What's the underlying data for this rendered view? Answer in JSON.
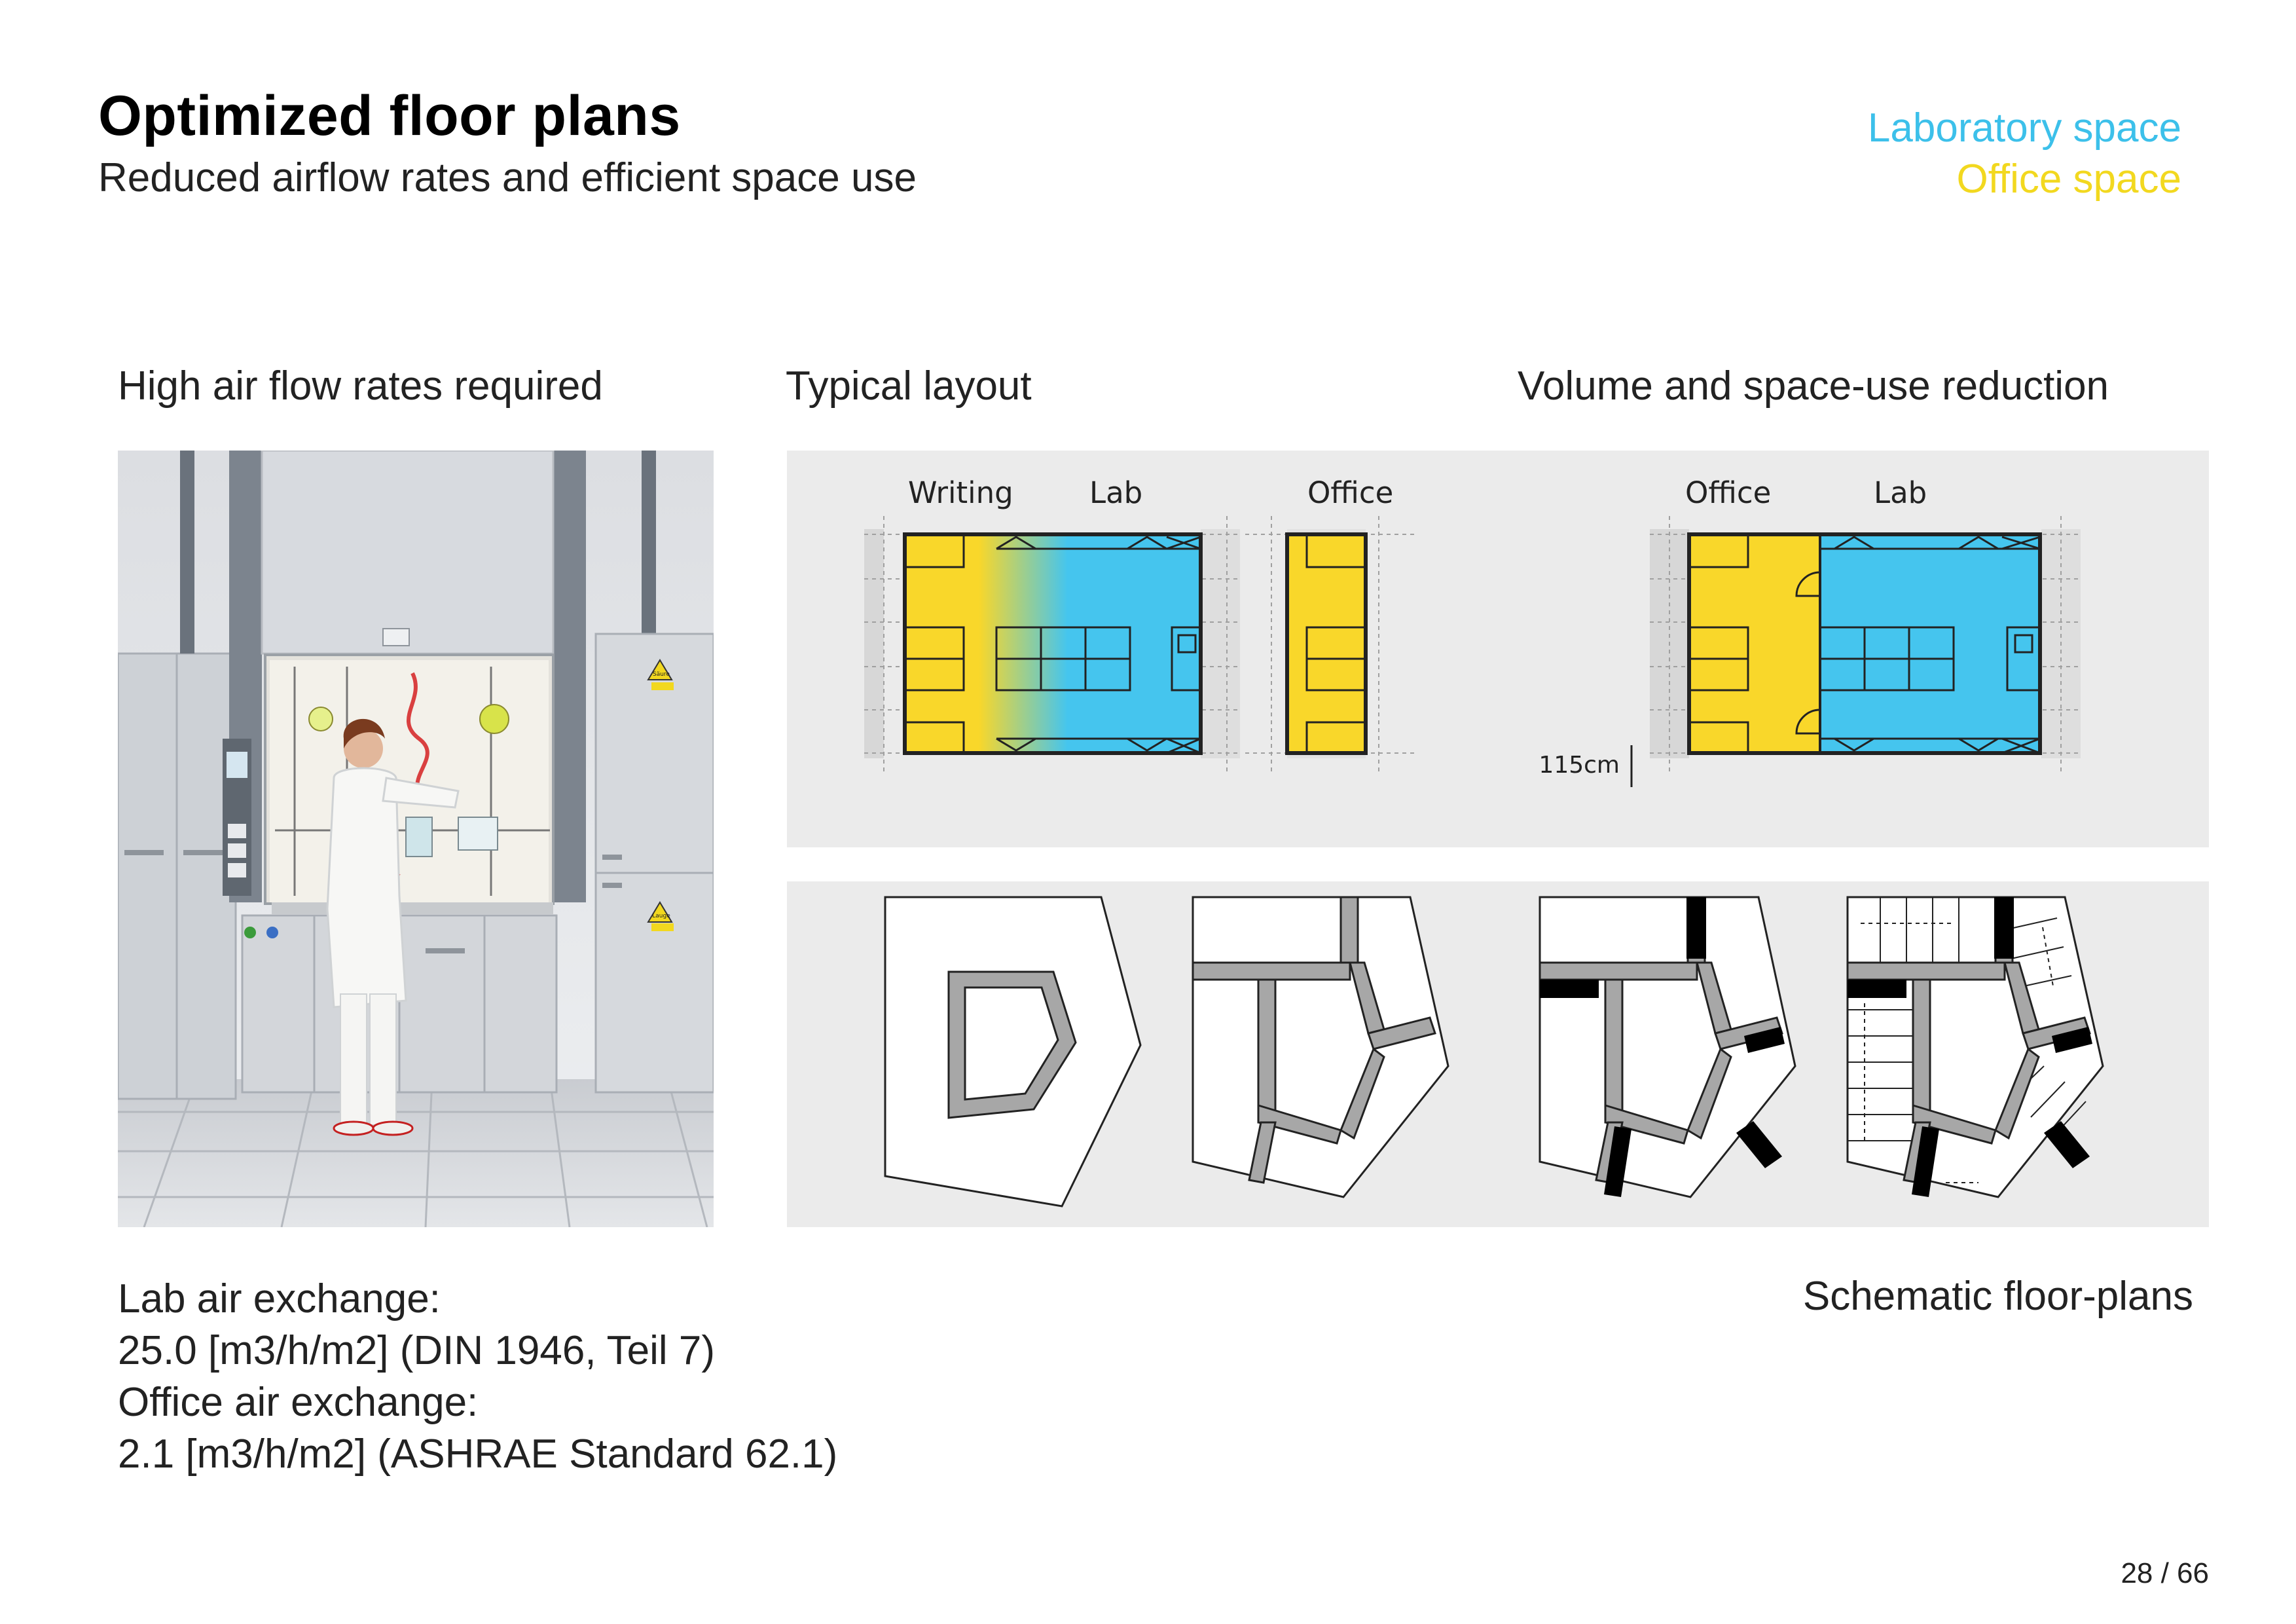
{
  "header": {
    "title": "Optimized floor plans",
    "subtitle": "Reduced airflow rates and efficient space use"
  },
  "legend": {
    "laboratory": "Laboratory space",
    "office": "Office space",
    "lab_color": "#3cc0ea",
    "office_color": "#f2d81f"
  },
  "sections": {
    "left": "High air flow rates required",
    "middle": "Typical layout",
    "right": "Volume and space-use reduction"
  },
  "photo": {
    "sign_top": "Säure",
    "sign_bottom": "Lauge"
  },
  "typical_layout": {
    "label_writing": "Writing",
    "label_lab": "Lab",
    "label_office": "Office"
  },
  "reduced_layout": {
    "label_office": "Office",
    "label_lab": "Lab",
    "dimension": "115cm"
  },
  "air_exchange": {
    "lab_heading": "Lab air exchange:",
    "lab_value": "25.0 [m3/h/m2] (DIN 1946, Teil 7)",
    "office_heading": "Office air exchange:",
    "office_value": "2.1 [m3/h/m2] (ASHRAE Standard 62.1)"
  },
  "schematic_caption": "Schematic floor-plans",
  "page_number": "28 / 66"
}
